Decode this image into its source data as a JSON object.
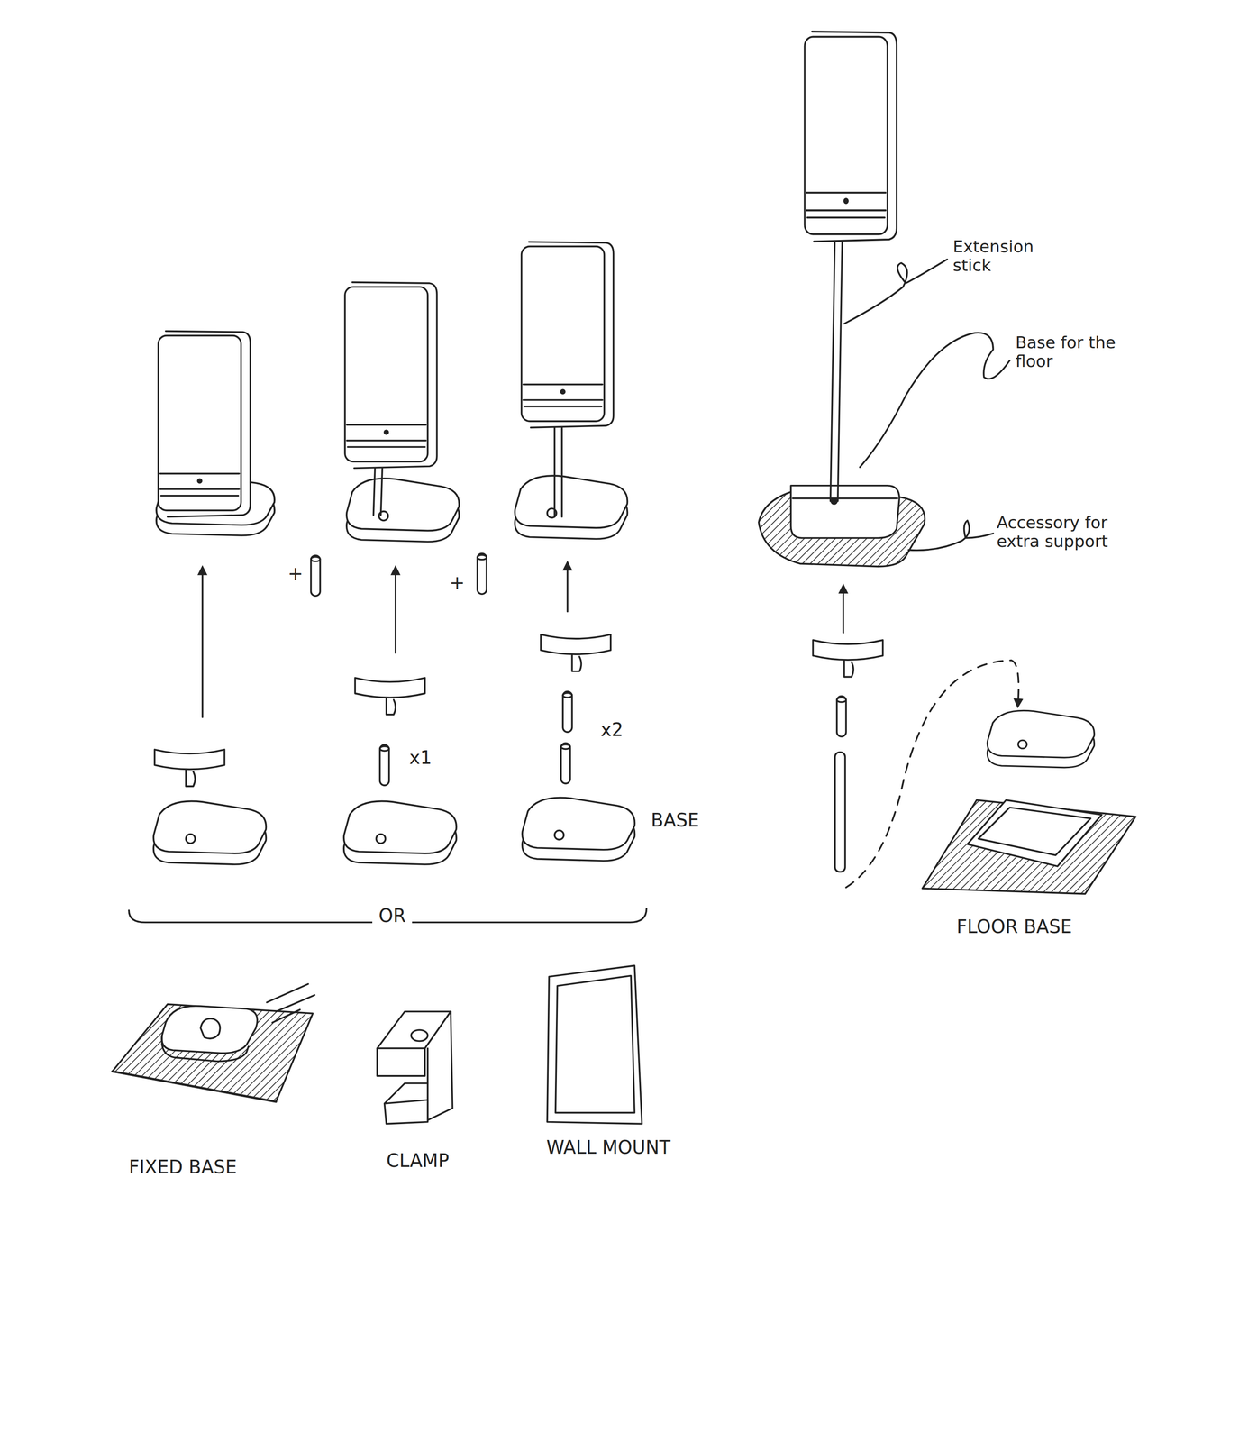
{
  "diagram": {
    "labels": [
      "+",
      "+",
      "x1",
      "x2",
      "BASE",
      "OR",
      "FIXED BASE",
      "CLAMP",
      "WALL MOUNT",
      "Extension stick",
      "Base for the floor",
      "Accessory for extra support",
      "FLOOR BASE"
    ]
  }
}
